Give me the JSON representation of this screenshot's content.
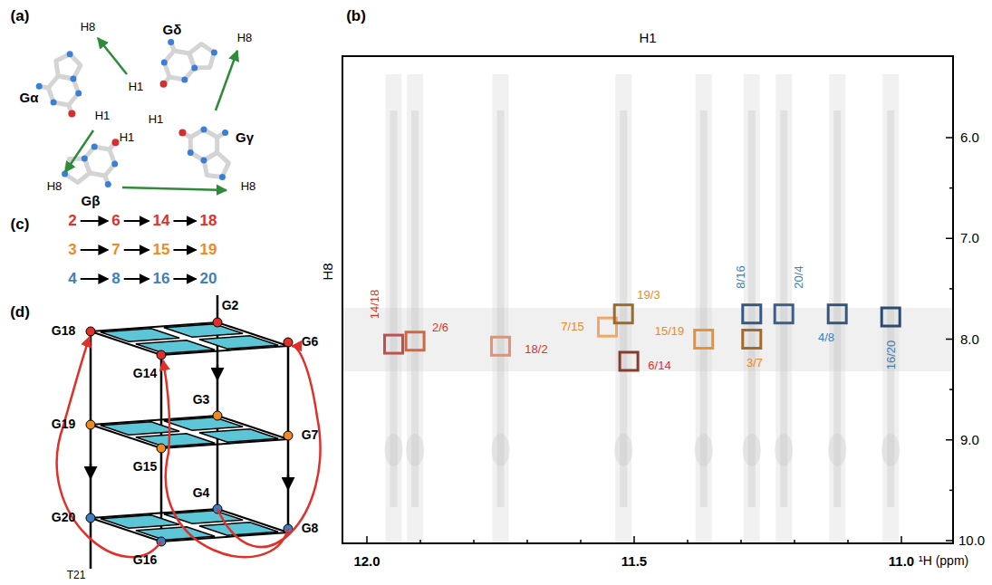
{
  "diagram": {
    "nodes": [
      {
        "text": [
          "2"
        ]
      },
      {
        "text": [
          "6"
        ]
      },
      {
        "text": [
          "14"
        ]
      },
      {
        "text": [
          "18"
        ]
      },
      {
        "text": [
          "3"
        ]
      },
      {
        "text": [
          "7"
        ]
      },
      {
        "text": [
          "15"
        ]
      },
      {
        "text": [
          "19"
        ]
      },
      {
        "text": [
          "4"
        ]
      },
      {
        "text": [
          "8"
        ]
      },
      {
        "text": [
          "16"
        ]
      },
      {
        "text": [
          "20"
        ]
      }
    ],
    "edges": [
      {
        "from": 0,
        "to": 1,
        "arrow": "to"
      },
      {
        "from": 1,
        "to": 2,
        "arrow": "to"
      },
      {
        "from": 2,
        "to": 3,
        "arrow": "to"
      },
      {
        "from": 4,
        "to": 5,
        "arrow": "to"
      },
      {
        "from": 5,
        "to": 6,
        "arrow": "to"
      },
      {
        "from": 6,
        "to": 7,
        "arrow": "to"
      },
      {
        "from": 8,
        "to": 9,
        "arrow": "to"
      },
      {
        "from": 9,
        "to": 10,
        "arrow": "to"
      },
      {
        "from": 10,
        "to": 11,
        "arrow": "to"
      }
    ],
    "labels": [
      "(a)",
      "(b)",
      "(c)",
      "(d)",
      "H8",
      "Gα",
      "H1",
      "Gδ",
      "H8",
      "H1",
      "H1",
      "Gγ",
      "H1",
      "H8",
      "Gβ",
      "H8",
      "H1",
      "H8",
      "6.0",
      "7.0",
      "8.0",
      "9.0",
      "10.0",
      "12.0",
      "11.5",
      "11.0",
      "¹H (ppm)",
      "14/18",
      "2/6",
      "18/2",
      "7/15",
      "19/3",
      "6/14",
      "15/19",
      "3/7",
      "8/16",
      "20/4",
      "4/8",
      "16/20",
      "G18",
      "G14",
      "G2",
      "G6",
      "G3",
      "G19",
      "G7",
      "G15",
      "G4",
      "G20",
      "G8",
      "G16",
      "T21"
    ]
  }
}
